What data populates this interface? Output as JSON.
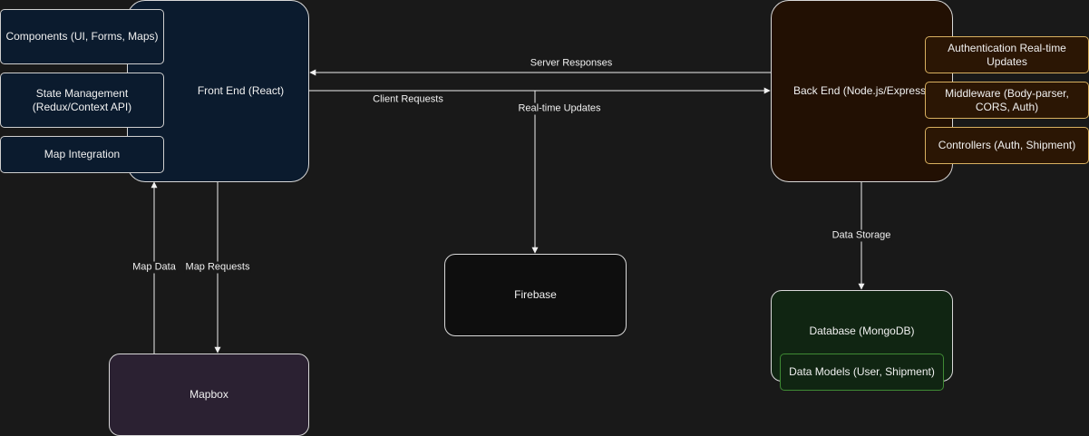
{
  "colors": {
    "canvas": "#191919",
    "frontend_fill": "#0b1b2e",
    "backend_fill": "#221003",
    "backend_child_fill": "#2b1604",
    "backend_child_border": "#d8b060",
    "firebase_fill": "#0e0e0e",
    "mapbox_fill": "#2b2132",
    "database_fill": "#102512",
    "database_child_border": "#3f8a34",
    "edge": "#f0f0f0"
  },
  "nodes": {
    "frontend": "Front End (React)",
    "components": "Components (UI, Forms, Maps)",
    "state_management": "State Management (Redux/Context API)",
    "map_integration": "Map Integration",
    "backend": "Back End (Node.js/Express)",
    "auth_realtime": "Authentication Real-time Updates",
    "middleware": "Middleware (Body-parser, CORS, Auth)",
    "controllers": "Controllers (Auth, Shipment)",
    "firebase": "Firebase",
    "mapbox": "Mapbox",
    "database": "Database (MongoDB)",
    "data_models": "Data Models (User, Shipment)"
  },
  "edges": {
    "server_responses": "Server Responses",
    "client_requests": "Client Requests",
    "realtime_updates": "Real-time Updates",
    "map_data": "Map Data",
    "map_requests": "Map Requests",
    "data_storage": "Data Storage"
  }
}
